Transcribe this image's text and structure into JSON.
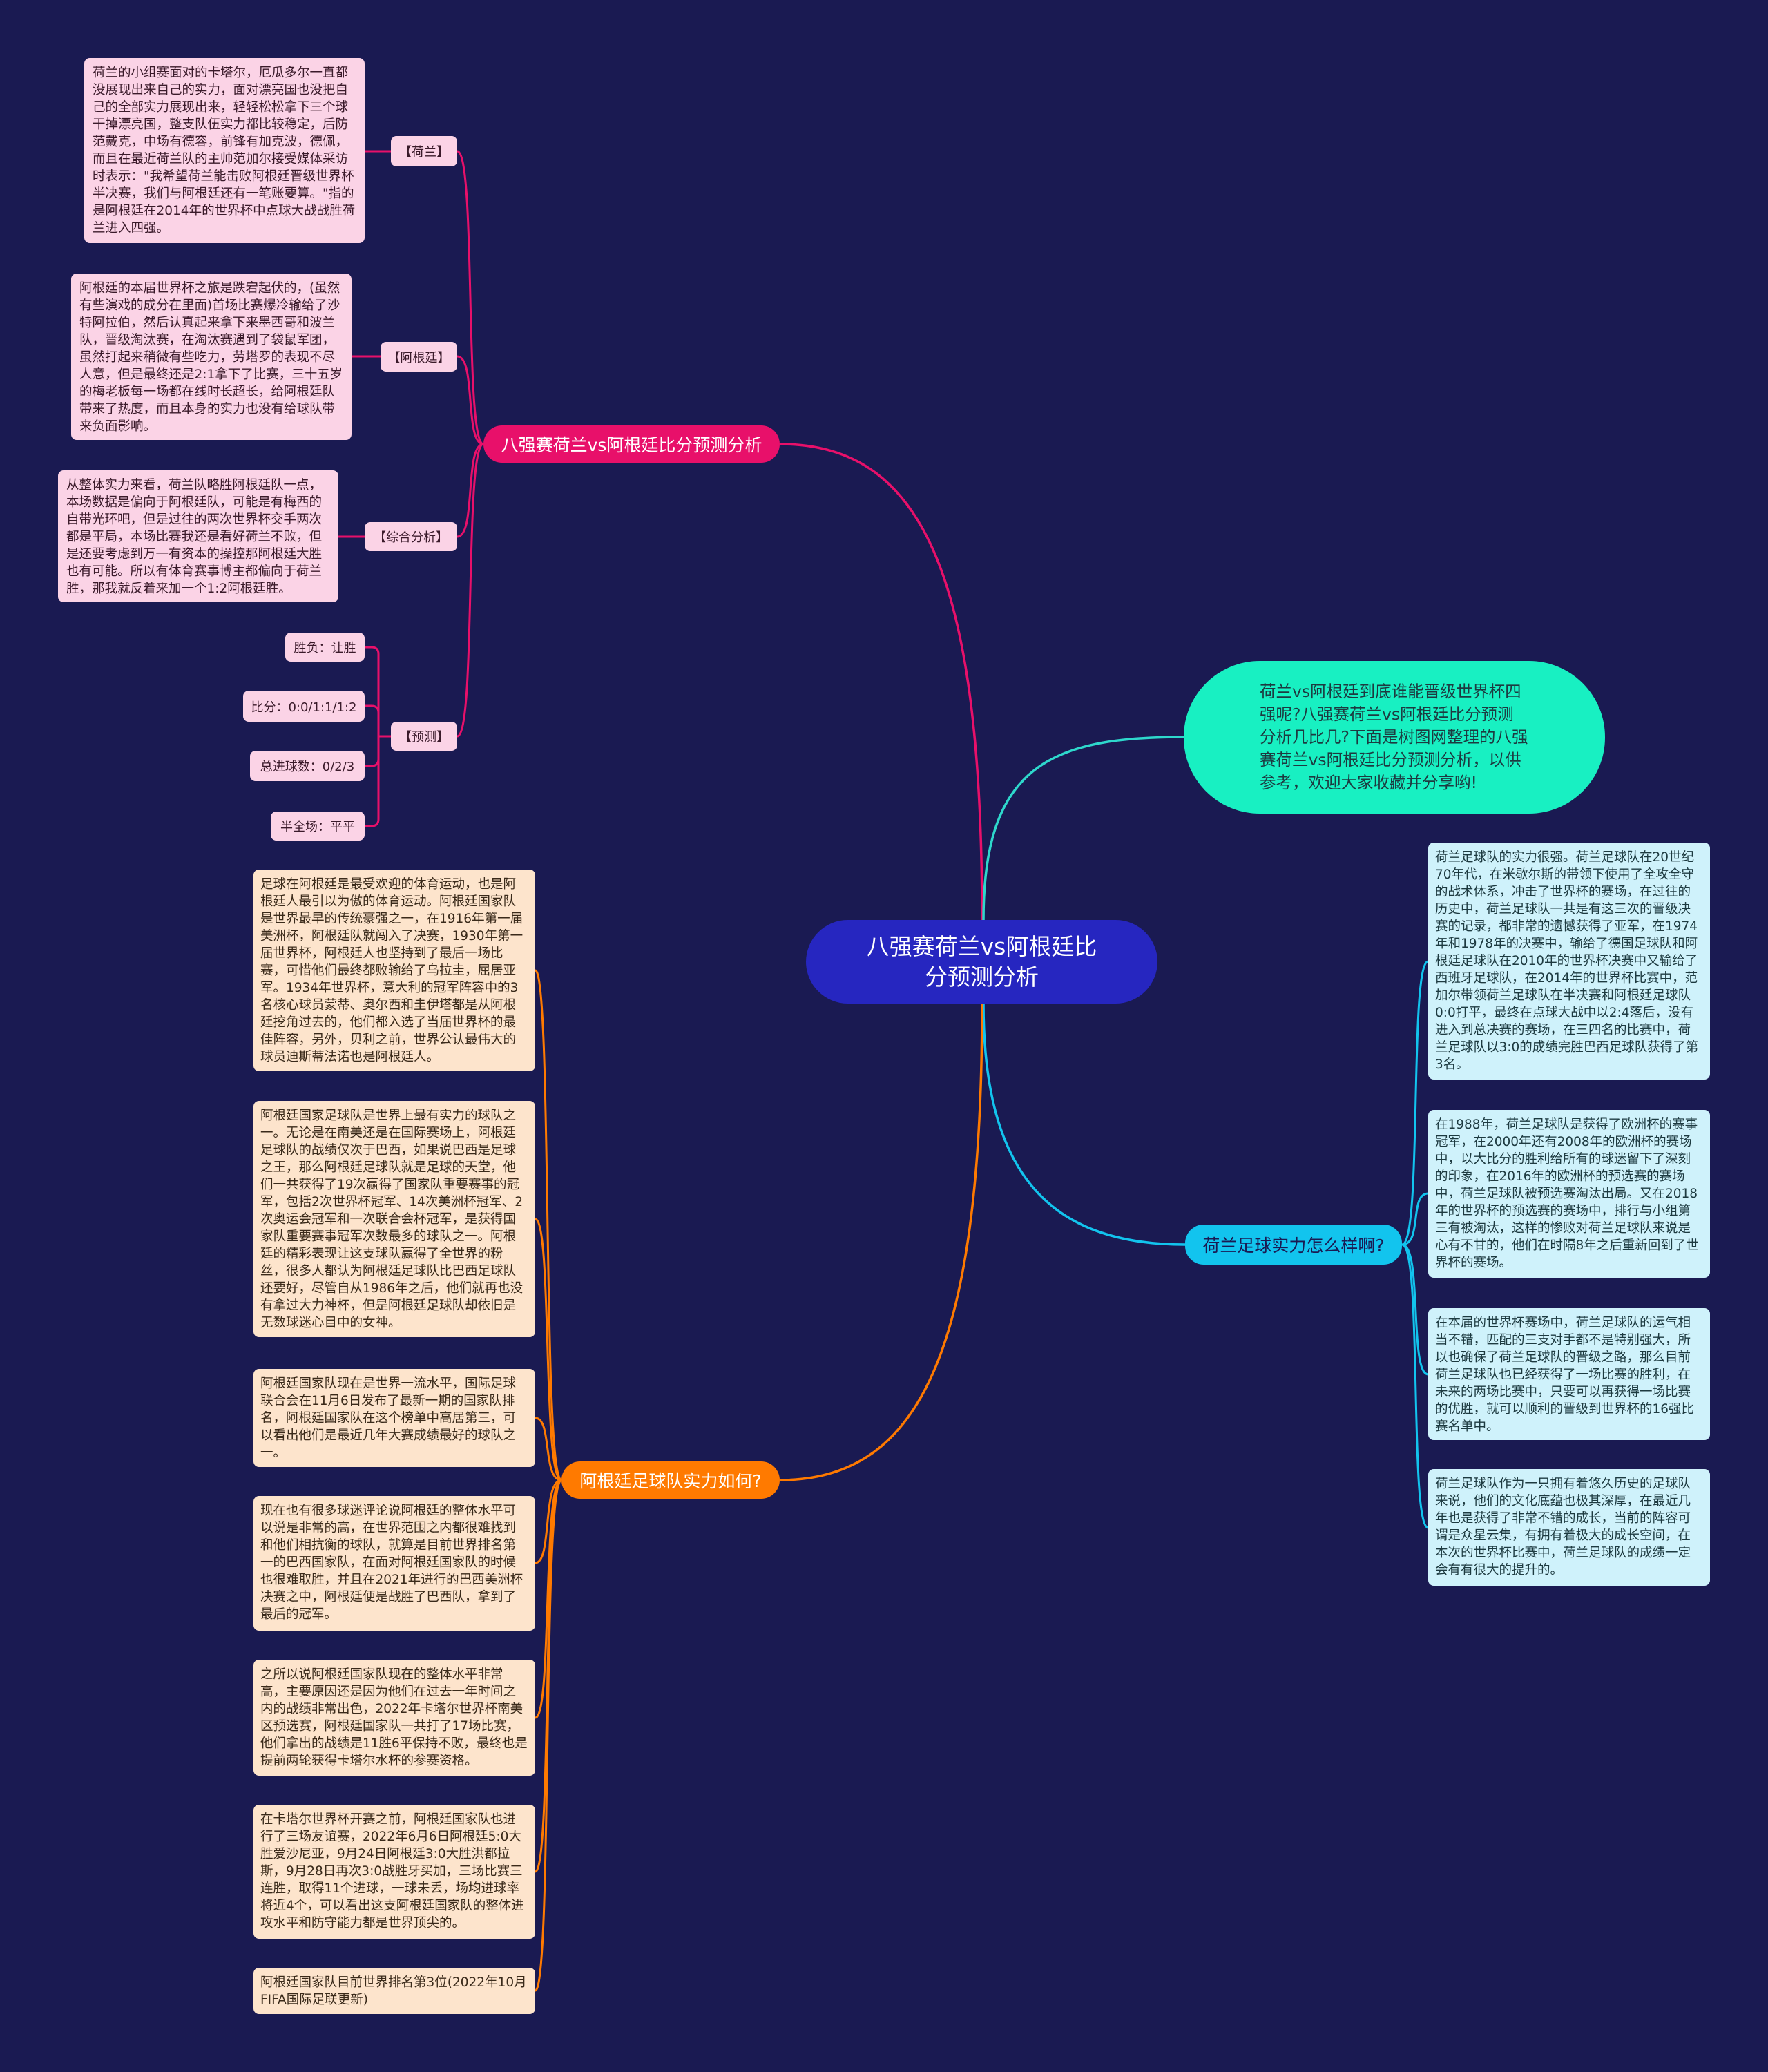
{
  "root": {
    "title": "八强赛荷兰vs阿根廷比分预测分析"
  },
  "intro": {
    "text": "荷兰vs阿根廷到底谁能晋级世界杯四强呢?八强赛荷兰vs阿根廷比分预测分析几比几?下面是树图网整理的八强赛荷兰vs阿根廷比分预测分析，以供参考，欢迎大家收藏并分享哟!"
  },
  "analysis": {
    "title": "八强赛荷兰vs阿根廷比分预测分析",
    "sections": [
      {
        "label": "【荷兰】",
        "text": "荷兰的小组赛面对的卡塔尔，厄瓜多尔一直都没展现出来自己的实力，面对漂亮国也没把自己的全部实力展现出来，轻轻松松拿下三个球干掉漂亮国，整支队伍实力都比较稳定，后防范戴克，中场有德容，前锋有加克波，德佩，而且在最近荷兰队的主帅范加尔接受媒体采访时表示：\"我希望荷兰能击败阿根廷晋级世界杯半决赛，我们与阿根廷还有一笔账要算。\"指的是阿根廷在2014年的世界杯中点球大战战胜荷兰进入四强。"
      },
      {
        "label": "【阿根廷】",
        "text": "阿根廷的本届世界杯之旅是跌宕起伏的，(虽然有些演戏的成分在里面)首场比赛爆冷输给了沙特阿拉伯，然后认真起来拿下来墨西哥和波兰队，晋级淘汰赛，在淘汰赛遇到了袋鼠军团，虽然打起来稍微有些吃力，劳塔罗的表现不尽人意，但是最终还是2:1拿下了比赛，三十五岁的梅老板每一场都在线时长超长，给阿根廷队带来了热度，而且本身的实力也没有给球队带来负面影响。"
      },
      {
        "label": "【综合分析】",
        "text": "从整体实力来看，荷兰队略胜阿根廷队一点，本场数据是偏向于阿根廷队，可能是有梅西的自带光环吧，但是过往的两次世界杯交手两次都是平局，本场比赛我还是看好荷兰不败，但是还要考虑到万一有资本的操控那阿根廷大胜也有可能。所以有体育赛事博主都偏向于荷兰胜，那我就反着来加一个1:2阿根廷胜。"
      }
    ],
    "prediction": {
      "label": "【预测】",
      "items": [
        "胜负：让胜",
        "比分：0:0/1:1/1:2",
        "总进球数：0/2/3",
        "半全场：平平"
      ]
    }
  },
  "netherlands": {
    "title": "荷兰足球实力怎么样啊?",
    "items": [
      "荷兰足球队的实力很强。荷兰足球队在20世纪70年代，在米歇尔斯的带领下使用了全攻全守的战术体系，冲击了世界杯的赛场，在过往的历史中，荷兰足球队一共是有这三次的晋级决赛的记录，都非常的遗憾获得了亚军，在1974年和1978年的决赛中，输给了德国足球队和阿根廷足球队在2010年的世界杯决赛中又输给了西班牙足球队，在2014年的世界杯比赛中，范加尔带领荷兰足球队在半决赛和阿根廷足球队0:0打平，最终在点球大战中以2:4落后，没有进入到总决赛的赛场，在三四名的比赛中，荷兰足球队以3:0的成绩完胜巴西足球队获得了第3名。",
      "在1988年，荷兰足球队是获得了欧洲杯的赛事冠军，在2000年还有2008年的欧洲杯的赛场中，以大比分的胜利给所有的球迷留下了深刻的印象，在2016年的欧洲杯的预选赛的赛场中，荷兰足球队被预选赛淘汰出局。又在2018年的世界杯的预选赛的赛场中，排行与小组第三有被淘汰，这样的惨败对荷兰足球队来说是心有不甘的，他们在时隔8年之后重新回到了世界杯的赛场。",
      "在本届的世界杯赛场中，荷兰足球队的运气相当不错，匹配的三支对手都不是特别强大，所以也确保了荷兰足球队的晋级之路，那么目前荷兰足球队也已经获得了一场比赛的胜利，在未来的两场比赛中，只要可以再获得一场比赛的优胜，就可以顺利的晋级到世界杯的16强比赛名单中。",
      "荷兰足球队作为一只拥有着悠久历史的足球队来说，他们的文化底蕴也极其深厚，在最近几年也是获得了非常不错的成长，当前的阵容可谓是众星云集，有拥有着极大的成长空间，在本次的世界杯比赛中，荷兰足球队的成绩一定会有有很大的提升的。"
    ]
  },
  "argentina": {
    "title": "阿根廷足球队实力如何?",
    "items": [
      "足球在阿根廷是最受欢迎的体育运动，也是阿根廷人最引以为傲的体育运动。阿根廷国家队是世界最早的传统豪强之一，在1916年第一届美洲杯，阿根廷队就闯入了决赛，1930年第一届世界杯，阿根廷人也坚持到了最后一场比赛，可惜他们最终都败输给了乌拉圭，屈居亚军。1934年世界杯，意大利的冠军阵容中的3名核心球员蒙蒂、奥尔西和圭伊塔都是从阿根廷挖角过去的，他们都入选了当届世界杯的最佳阵容，另外，贝利之前，世界公认最伟大的球员迪斯蒂法诺也是阿根廷人。",
      "阿根廷国家足球队是世界上最有实力的球队之一。无论是在南美还是在国际赛场上，阿根廷足球队的战绩仅次于巴西，如果说巴西是足球之王，那么阿根廷足球队就是足球的天堂，他们一共获得了19次赢得了国家队重要赛事的冠军，包括2次世界杯冠军、14次美洲杯冠军、2次奥运会冠军和一次联合会杯冠军，是获得国家队重要赛事冠军次数最多的球队之一。阿根廷的精彩表现让这支球队赢得了全世界的粉丝，很多人都认为阿根廷足球队比巴西足球队还要好，尽管自从1986年之后，他们就再也没有拿过大力神杯，但是阿根廷足球队却依旧是无数球迷心目中的女神。",
      "阿根廷国家队现在是世界一流水平，国际足球联合会在11月6日发布了最新一期的国家队排名，阿根廷国家队在这个榜单中高居第三，可以看出他们是最近几年大赛成绩最好的球队之一。",
      "现在也有很多球迷评论说阿根廷的整体水平可以说是非常的高，在世界范围之内都很难找到和他们相抗衡的球队，就算是目前世界排名第一的巴西国家队，在面对阿根廷国家队的时候也很难取胜，并且在2021年进行的巴西美洲杯决赛之中，阿根廷便是战胜了巴西队，拿到了最后的冠军。",
      "之所以说阿根廷国家队现在的整体水平非常高，主要原因还是因为他们在过去一年时间之内的战绩非常出色，2022年卡塔尔世界杯南美区预选赛，阿根廷国家队一共打了17场比赛，他们拿出的战绩是11胜6平保持不败，最终也是提前两轮获得卡塔尔水杯的参赛资格。",
      "在卡塔尔世界杯开赛之前，阿根廷国家队也进行了三场友谊赛，2022年6月6日阿根廷5:0大胜爱沙尼亚，9月24日阿根廷3:0大胜洪都拉斯，9月28日再次3:0战胜牙买加，三场比赛三连胜，取得11个进球，一球未丢，场均进球率将近4个，可以看出这支阿根廷国家队的整体进攻水平和防守能力都是世界顶尖的。",
      "阿根廷国家队目前世界排名第3位(2022年10月FIFA国际足联更新)"
    ]
  },
  "colors": {
    "background": "#1a1a52",
    "root": "#2626c0",
    "pink": "#e8106a",
    "green": "#18f0c2",
    "cyan": "#12c4ee",
    "orange": "#ff7a00"
  }
}
